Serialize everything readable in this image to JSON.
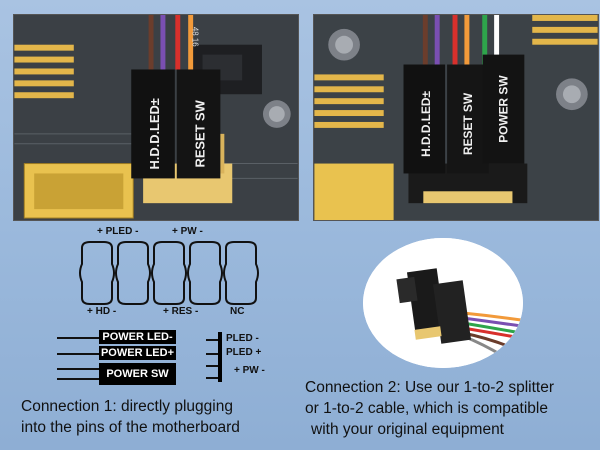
{
  "photo_left": {
    "connector_1_label": "H.D.D.LED±",
    "connector_2_label": "RESET SW",
    "pin_marking": "48 16"
  },
  "photo_right": {
    "connector_1_label": "H.D.D.LED±",
    "connector_2_label": "RESET SW",
    "connector_3_label": "POWER SW"
  },
  "pin_header": {
    "top_labels": [
      "+ PLED -",
      "+ PW -"
    ],
    "bottom_labels": [
      "+ HD -",
      "+ RES -",
      "NC"
    ]
  },
  "connectors": [
    {
      "label": "POWER LED-"
    },
    {
      "label": "POWER LED+"
    },
    {
      "label": "POWER SW"
    }
  ],
  "pin_legend": [
    "PLED -",
    "PLED +",
    "+ PW -"
  ],
  "captions": {
    "connection_1": [
      "Connection 1: directly plugging",
      "into the pins of the motherboard"
    ],
    "connection_2": [
      "Connection 2: Use our 1-to-2 splitter",
      "or 1-to-2 cable, which is compatible",
      "with your original equipment"
    ]
  },
  "colors": {
    "background": "#9bb9dc",
    "connector_black": "#000000",
    "pin_gold": "#e8c770",
    "wire_orange": "#f29a3a",
    "wire_purple": "#7a4fb2",
    "wire_brown": "#6b3d2c",
    "wire_green": "#2ea44b",
    "wire_red": "#d8302c"
  }
}
